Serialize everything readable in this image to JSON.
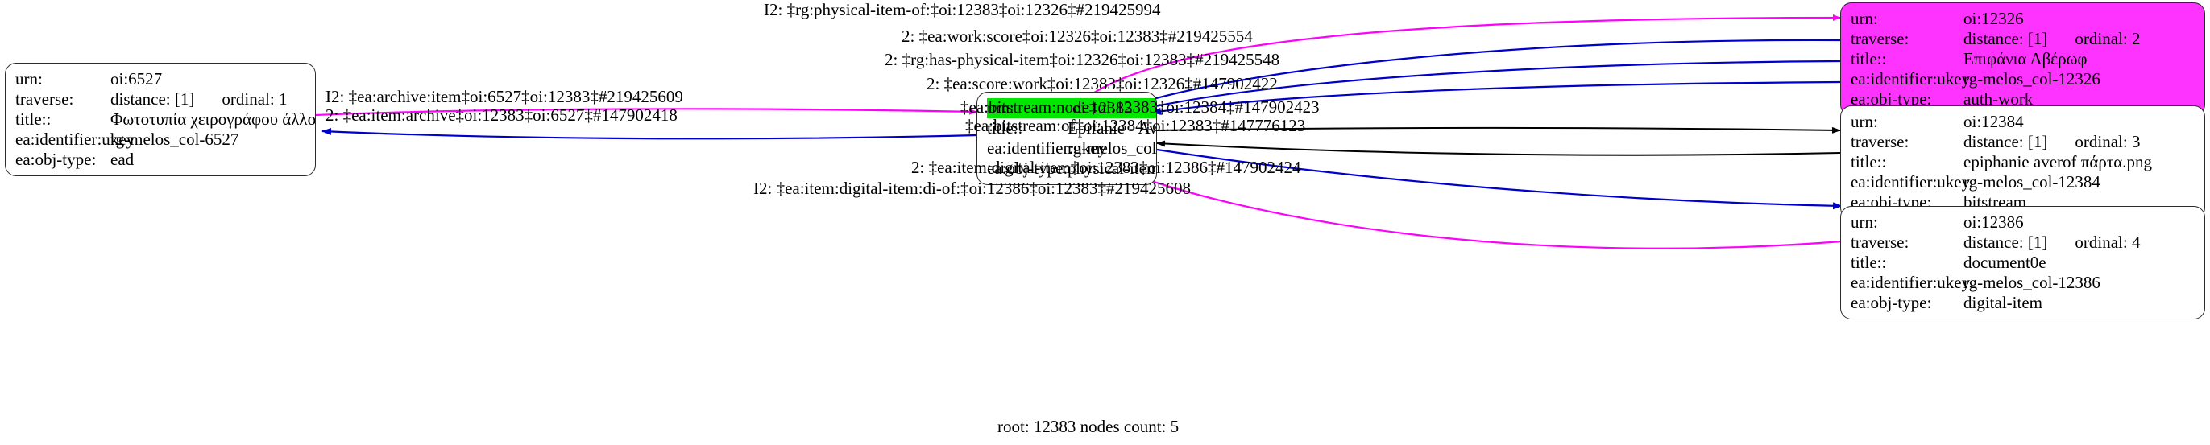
{
  "graph": {
    "footer": "root: 12383 nodes count: 5",
    "colors": {
      "highlight_green": "#00e800",
      "node_magenta": "#ff33ff",
      "edge_magenta": "#ff00ff",
      "edge_blue": "#0000cc",
      "edge_black": "#000000",
      "node_border": "#2b2b2b"
    }
  },
  "nodes": [
    {
      "id": "n6527",
      "rows": [
        {
          "key": "urn:",
          "value": "oi:6527",
          "value2": ""
        },
        {
          "key": "traverse:",
          "value": "distance: [1]",
          "value2": "ordinal: 1"
        },
        {
          "key": "title::",
          "value": "Φωτοτυπία χειρογράφου άλλου με πάρτα κιθάρας",
          "value2": ""
        },
        {
          "key": "ea:identifier:ukey",
          "value": "rg-melos_col-6527",
          "value2": ""
        },
        {
          "key": "ea:obj-type:",
          "value": "ead",
          "value2": ""
        }
      ]
    },
    {
      "id": "n12383",
      "rows": [
        {
          "key": "urn:",
          "value": "oi:12383",
          "value2": ""
        },
        {
          "key": "title::",
          "value": "Epifanie - Averof",
          "value2": ""
        },
        {
          "key": "ea:identifier:ukey",
          "value": "rg-melos_col-12383",
          "value2": ""
        },
        {
          "key": "ea:obj-type:",
          "value": "physical-item",
          "value2": ""
        }
      ]
    },
    {
      "id": "n12326",
      "rows": [
        {
          "key": "urn:",
          "value": "oi:12326",
          "value2": ""
        },
        {
          "key": "traverse:",
          "value": "distance: [1]",
          "value2": "ordinal: 2"
        },
        {
          "key": "title::",
          "value": "Επιφάνια Αβέρωφ",
          "value2": ""
        },
        {
          "key": "ea:identifier:ukey",
          "value": "rg-melos_col-12326",
          "value2": ""
        },
        {
          "key": "ea:obj-type:",
          "value": "auth-work",
          "value2": ""
        }
      ]
    },
    {
      "id": "n12384",
      "rows": [
        {
          "key": "urn:",
          "value": "oi:12384",
          "value2": ""
        },
        {
          "key": "traverse:",
          "value": "distance: [1]",
          "value2": "ordinal: 3"
        },
        {
          "key": "title::",
          "value": "epiphanie averof πάρτα.png",
          "value2": ""
        },
        {
          "key": "ea:identifier:ukey",
          "value": "rg-melos_col-12384",
          "value2": ""
        },
        {
          "key": "ea:obj-type:",
          "value": "bitstream",
          "value2": ""
        }
      ]
    },
    {
      "id": "n12386",
      "rows": [
        {
          "key": "urn:",
          "value": "oi:12386",
          "value2": ""
        },
        {
          "key": "traverse:",
          "value": "distance: [1]",
          "value2": "ordinal: 4"
        },
        {
          "key": "title::",
          "value": "document0e",
          "value2": ""
        },
        {
          "key": "ea:identifier:ukey",
          "value": "rg-melos_col-12386",
          "value2": ""
        },
        {
          "key": "ea:obj-type:",
          "value": "digital-item",
          "value2": ""
        }
      ]
    }
  ],
  "edges": [
    {
      "id": "e1",
      "label": "I2: ‡ea:archive:item‡oi:6527‡oi:12383‡#219425609",
      "color": "#ff00ff"
    },
    {
      "id": "e2",
      "label": "2: ‡ea:item:archive‡oi:12383‡oi:6527‡#147902418",
      "color": "#0000cc"
    },
    {
      "id": "e3",
      "label": "I2: ‡rg:physical-item-of:‡oi:12383‡oi:12326‡#219425994",
      "color": "#ff00ff"
    },
    {
      "id": "e4",
      "label": "2: ‡ea:work:score‡oi:12326‡oi:12383‡#219425554",
      "color": "#0000cc"
    },
    {
      "id": "e5",
      "label": "2: ‡rg:has-physical-item‡oi:12326‡oi:12383‡#219425548",
      "color": "#0000cc"
    },
    {
      "id": "e6",
      "label": "2: ‡ea:score:work‡oi:12383‡oi:12326‡#147902422",
      "color": "#0000cc"
    },
    {
      "id": "e7",
      "label": "‡ea:bitstream:node‡oi:12383‡oi:12384‡#147902423",
      "color": "#000000"
    },
    {
      "id": "e8",
      "label": "‡ea:bitstream:of‡oi:12384‡oi:12383‡#147776123",
      "color": "#000000"
    },
    {
      "id": "e9",
      "label": "2: ‡ea:item:digital-item‡oi:12383‡oi:12386‡#147902424",
      "color": "#0000cc"
    },
    {
      "id": "e10",
      "label": "I2: ‡ea:item:digital-item:di-of:‡oi:12386‡oi:12383‡#219425608",
      "color": "#ff00ff"
    }
  ]
}
